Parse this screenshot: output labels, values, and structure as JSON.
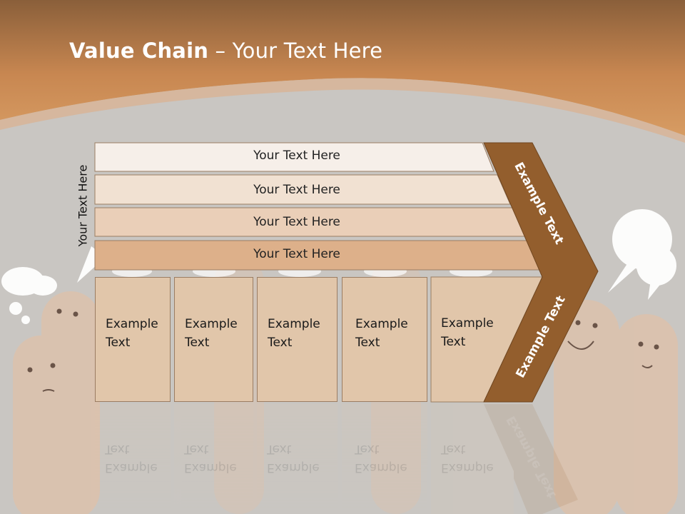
{
  "slide": {
    "title_bold": "Value Chain",
    "title_rest": " – Your Text Here",
    "vertical_label": "Your Text Here"
  },
  "bands": [
    {
      "label": "Your Text Here",
      "color": "#f6efe9"
    },
    {
      "label": "Your Text Here",
      "color": "#f1e1d2"
    },
    {
      "label": "Your Text Here",
      "color": "#eacfb8"
    },
    {
      "label": "Your Text Here",
      "color": "#ddb08a"
    }
  ],
  "activities": [
    {
      "line1": "Example",
      "line2": "Text"
    },
    {
      "line1": "Example",
      "line2": "Text"
    },
    {
      "line1": "Example",
      "line2": "Text"
    },
    {
      "line1": "Example",
      "line2": "Text"
    },
    {
      "line1": "Example",
      "line2": "Text"
    }
  ],
  "chevron": {
    "upper_label": "Example Text",
    "lower_label": "Example Text",
    "color": "#935e2d"
  },
  "colors": {
    "header": "#c8874f",
    "background": "#c9c6c2",
    "box_fill": "#e1c6aa"
  }
}
